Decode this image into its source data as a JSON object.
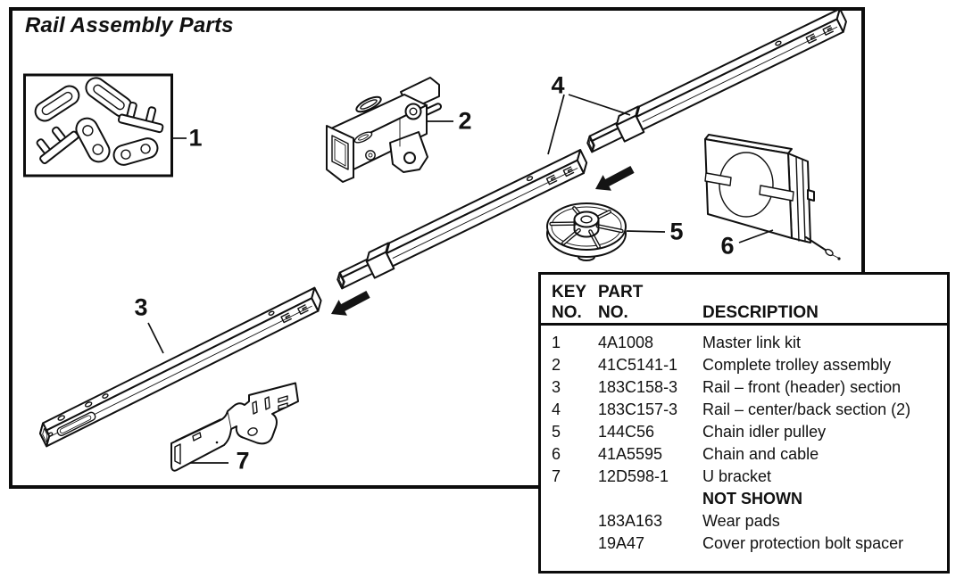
{
  "title": "Rail Assembly Parts",
  "colors": {
    "ink": "#111111",
    "paper": "#ffffff"
  },
  "diagram": {
    "labels": [
      {
        "text": "1"
      },
      {
        "text": "2"
      },
      {
        "text": "3"
      },
      {
        "text": "4"
      },
      {
        "text": "5"
      },
      {
        "text": "6"
      },
      {
        "text": "7"
      }
    ],
    "icons": [
      {
        "name": "assembly-direction-arrow",
        "glyph": "solid-left-arrow"
      },
      {
        "name": "assembly-direction-arrow",
        "glyph": "solid-left-arrow"
      }
    ]
  },
  "table": {
    "header": {
      "key_line1": "KEY",
      "key_line2": "NO.",
      "part_line1": "PART",
      "part_line2": "NO.",
      "desc": "DESCRIPTION"
    },
    "rows": [
      {
        "key": "1",
        "part": "4A1008",
        "desc": "Master link kit"
      },
      {
        "key": "2",
        "part": "41C5141-1",
        "desc": "Complete trolley assembly"
      },
      {
        "key": "3",
        "part": "183C158-3",
        "desc": "Rail – front (header) section"
      },
      {
        "key": "4",
        "part": "183C157-3",
        "desc": "Rail – center/back section (2)"
      },
      {
        "key": "5",
        "part": "144C56",
        "desc": "Chain idler pulley"
      },
      {
        "key": "6",
        "part": "41A5595",
        "desc": "Chain and cable"
      },
      {
        "key": "7",
        "part": "12D598-1",
        "desc": "U bracket"
      },
      {
        "key": "",
        "part": "",
        "desc": "NOT SHOWN"
      },
      {
        "key": "",
        "part": "183A163",
        "desc": "Wear pads"
      },
      {
        "key": "",
        "part": "19A47",
        "desc": "Cover protection bolt spacer"
      }
    ]
  }
}
